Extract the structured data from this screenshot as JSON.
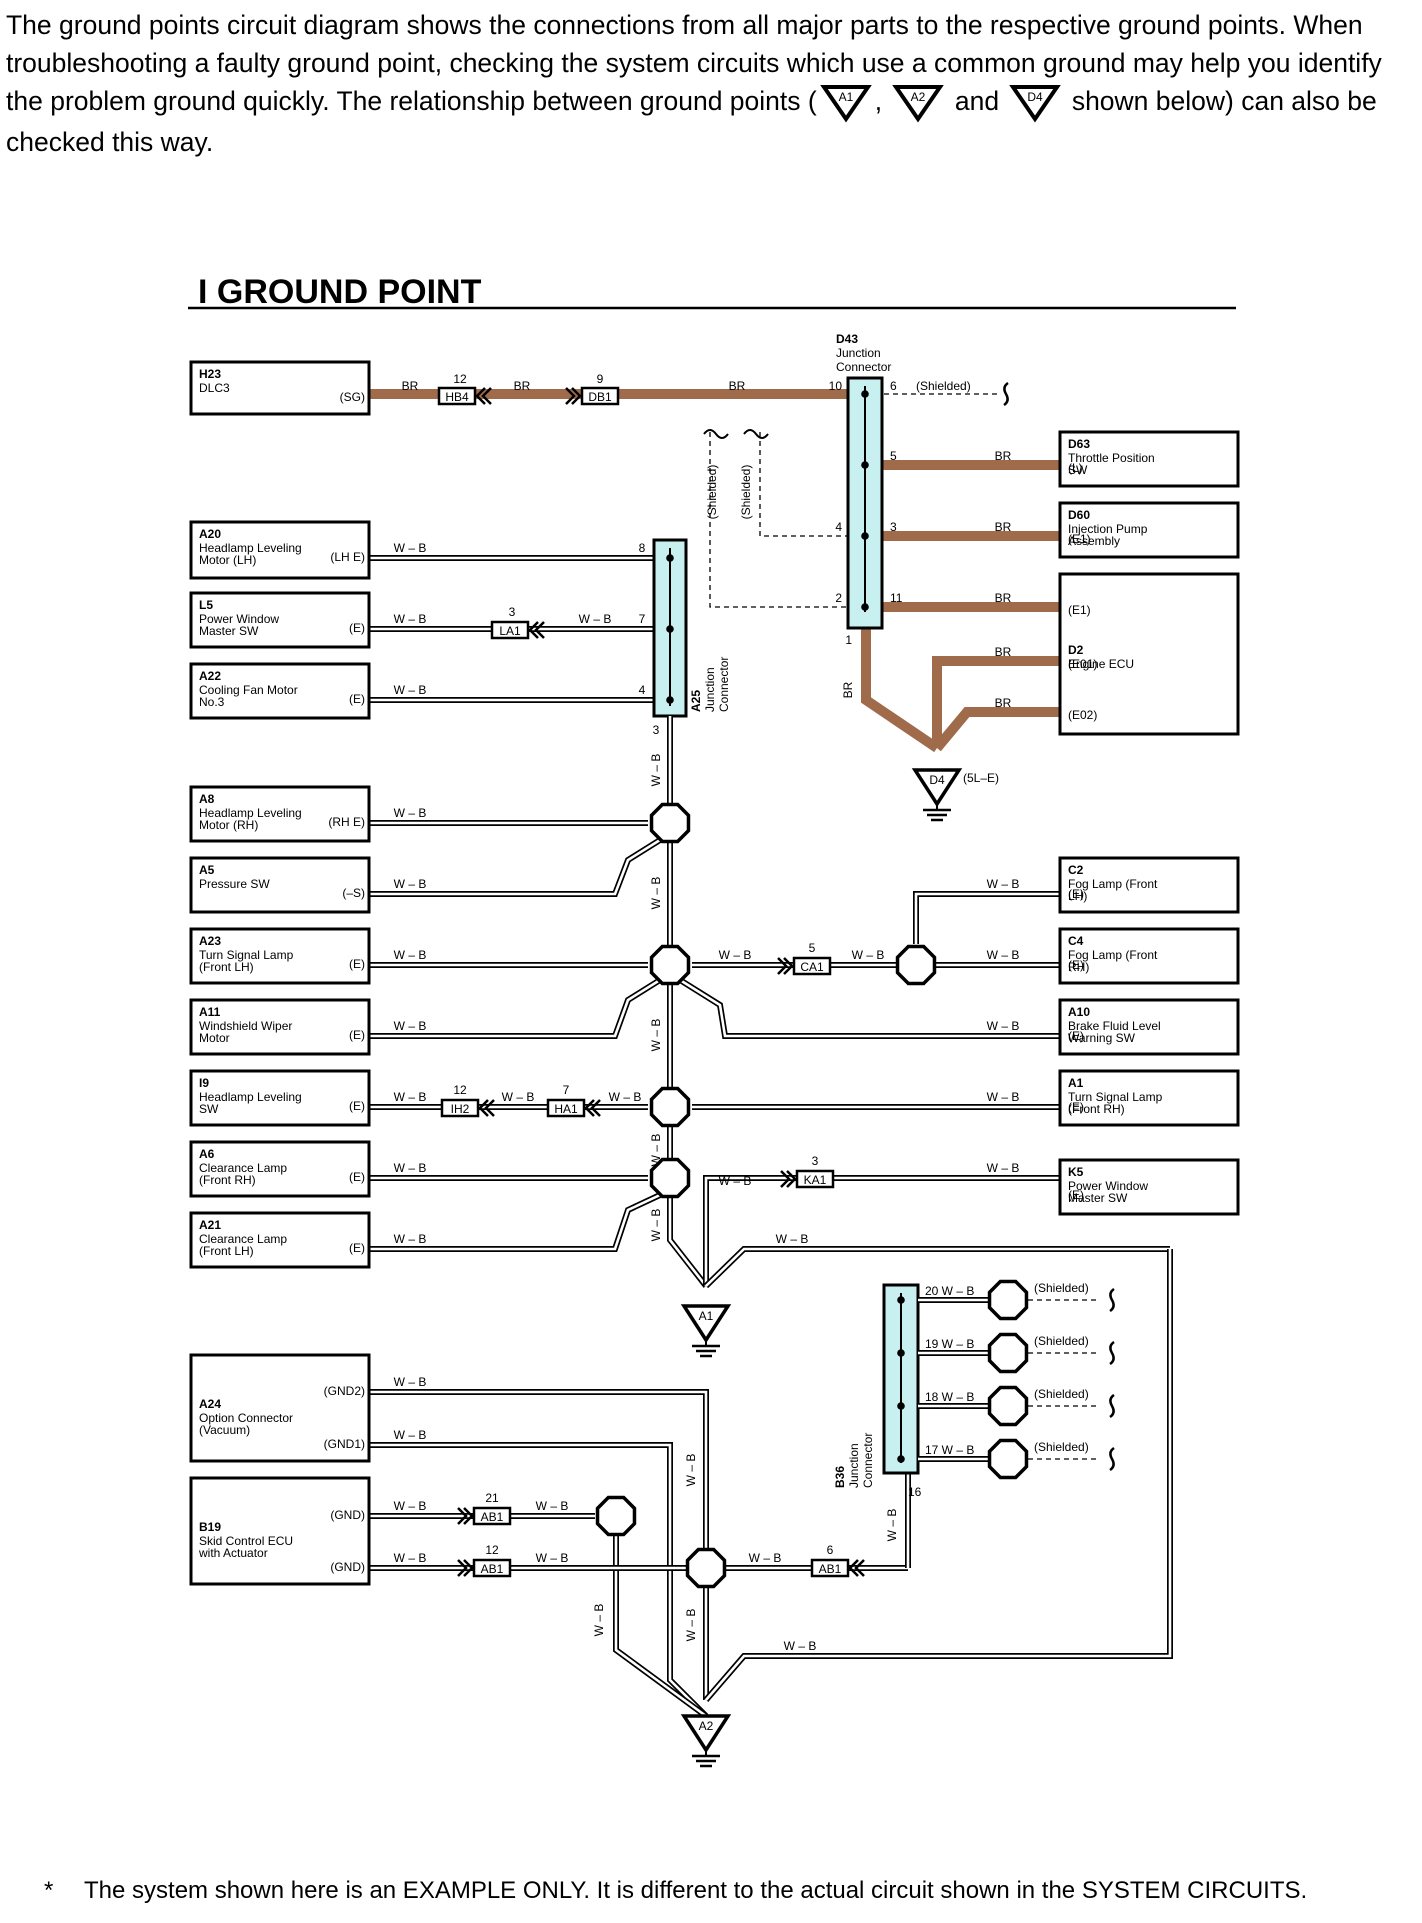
{
  "intro": {
    "part1": "The ground points circuit diagram shows the connections from all major parts to the respective ground points. When troubleshooting a faulty ground point, checking the system circuits which use a common ground may help you identify the problem ground quickly. The relationship between ground points (",
    "sep1": ",",
    "sep2": "and",
    "part2": "shown below) can also be checked this way.",
    "gp_symbols": [
      "A1",
      "A2",
      "D4"
    ]
  },
  "diagram": {
    "title": "I GROUND POINT",
    "colors": {
      "br_wire": "#a06b4a",
      "connector_fill": "#c8f0f0",
      "line": "#000000"
    },
    "components": [
      {
        "id": "H23",
        "name": "DLC3",
        "pin": "(SG)"
      },
      {
        "id": "A20",
        "name": "Headlamp Leveling Motor (LH)",
        "pin": "(LH E)"
      },
      {
        "id": "L5",
        "name": "Power Window Master SW",
        "pin": "(E)"
      },
      {
        "id": "A22",
        "name": "Cooling Fan Motor No.3",
        "pin": "(E)"
      },
      {
        "id": "A8",
        "name": "Headlamp Leveling Motor (RH)",
        "pin": "(RH E)"
      },
      {
        "id": "A5",
        "name": "Pressure SW",
        "pin": "(–S)"
      },
      {
        "id": "A23",
        "name": "Turn Signal Lamp (Front LH)",
        "pin": "(E)"
      },
      {
        "id": "A11",
        "name": "Windshield Wiper Motor",
        "pin": "(E)"
      },
      {
        "id": "I9",
        "name": "Headlamp Leveling SW",
        "pin": "(E)"
      },
      {
        "id": "A6",
        "name": "Clearance Lamp (Front RH)",
        "pin": "(E)"
      },
      {
        "id": "A21",
        "name": "Clearance Lamp (Front LH)",
        "pin": "(E)"
      },
      {
        "id": "A24",
        "name": "Option Connector (Vacuum)",
        "pins": [
          "(GND2)",
          "(GND1)"
        ]
      },
      {
        "id": "B19",
        "name": "Skid Control ECU with Actuator",
        "pins": [
          "(GND)",
          "(GND)"
        ]
      },
      {
        "id": "D63",
        "name": "Throttle Position SW",
        "pin": "(L)"
      },
      {
        "id": "D60",
        "name": "Injection Pump Assembly",
        "pin": "(E1)"
      },
      {
        "id": "D2",
        "name": "Engine ECU",
        "pins": [
          "(E1)",
          "(E01)",
          "(E02)"
        ]
      },
      {
        "id": "C2",
        "name": "Fog Lamp (Front LH)",
        "pin": "(E)"
      },
      {
        "id": "C4",
        "name": "Fog Lamp (Front RH)",
        "pin": "(E)"
      },
      {
        "id": "A10",
        "name": "Brake Fluid Level Warning SW",
        "pin": "(E)"
      },
      {
        "id": "A1",
        "name": "Turn Signal Lamp (Front RH)",
        "pin": "(E)"
      },
      {
        "id": "K5",
        "name": "Power Window Master SW",
        "pin": "(E)"
      }
    ],
    "junction_connectors": [
      {
        "id": "D43",
        "name": "Junction Connector"
      },
      {
        "id": "A25",
        "name": "Junction Connector"
      },
      {
        "id": "B36",
        "name": "Junction Connector"
      }
    ],
    "inline_connectors": [
      "HB4",
      "DB1",
      "LA1",
      "CA1",
      "IH2",
      "HA1",
      "KA1",
      "AB1",
      "AB1",
      "AB1"
    ],
    "ground_points": [
      {
        "id": "D4",
        "note": "(5L–E)"
      },
      {
        "id": "A1"
      },
      {
        "id": "A2"
      }
    ],
    "wire_colors": {
      "br": "BR",
      "wb": "W – B"
    },
    "shielded": "(Shielded)"
  },
  "footnote": {
    "star": "*",
    "text": "The system shown here is an EXAMPLE ONLY. It is different to the actual circuit shown in the SYSTEM CIRCUITS."
  }
}
